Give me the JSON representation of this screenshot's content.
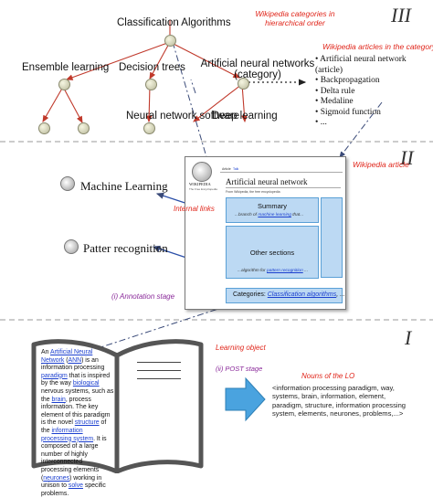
{
  "levels": {
    "top": "III",
    "middle": "II",
    "bottom": "I"
  },
  "level3": {
    "note_categories": "Wikipedia categories in hierarchical order",
    "root": "Classification Algorithms",
    "child_ensemble": "Ensemble learning",
    "child_trees": "Decision trees",
    "child_ann": "Artificial neural networks (category)",
    "child_software": "Neural network software",
    "child_deep": "Deep learning",
    "note_articles": "Wikipedia articles in the category",
    "articles": [
      "• Artificial neural network (article)",
      "• Backpropagation",
      "• Delta rule",
      "• Medaline",
      "• Sigmoid function",
      "• ..."
    ]
  },
  "level2": {
    "note_article": "Wikipedia article",
    "link_ml": "Machine Learning",
    "link_pr": "Patter recognition",
    "wiki_caption": "WIKIPEDIA",
    "wiki_sub": "The Free Encyclopedia",
    "tab1": "Article",
    "tab2": "Talk",
    "article_title": "Artificial neural network",
    "article_subtitle": "From Wikipedia, the free encyclopedia",
    "summary_label": "Summary",
    "summary_text_pre": "...branch of ",
    "summary_link": "machine learning",
    "summary_text_post": " that...",
    "other_label": "Other sections",
    "other_text_pre": "...algorithm for ",
    "other_link": "pattern recognition",
    "other_text_post": " ...",
    "categories_pre": "Categories: ",
    "categories_link": "Classification algorithms",
    "categories_post": ", ...",
    "internal_links": "Internal links",
    "annotation_stage": "(i) Annotation stage"
  },
  "level1": {
    "learning_object": "Learning object",
    "post_stage": "(ii) POST stage",
    "nouns_title": "Nouns of the LO",
    "nouns_text": "<information processing paradigm, way, systems, brain, information, element, paradigm, structure, information processing system, elements, neurones, problems,...>",
    "book_text": [
      {
        "t": "An "
      },
      {
        "t": "Artificial Neural Network",
        "l": true
      },
      {
        "t": " ("
      },
      {
        "t": "ANN",
        "l": true
      },
      {
        "t": ") is an information processing "
      },
      {
        "t": "paradigm",
        "l": true
      },
      {
        "t": " that is inspired by the way "
      },
      {
        "t": "biological",
        "l": true
      },
      {
        "t": " nervous systems, such as the "
      },
      {
        "t": "brain",
        "l": true
      },
      {
        "t": ", process information. The key element of this paradigm is the novel "
      },
      {
        "t": "structure",
        "l": true
      },
      {
        "t": " of the "
      },
      {
        "t": "information processing system",
        "l": true
      },
      {
        "t": ". It is composed of a large number of highly interconnected processing elements ("
      },
      {
        "t": "neurones",
        "l": true
      },
      {
        "t": ") working in unison to "
      },
      {
        "t": "solve",
        "l": true
      },
      {
        "t": " specific problems."
      }
    ]
  },
  "colors": {
    "arrow_red": "#c0392b",
    "note_red": "#e0261b",
    "stage_purple": "#8a2a9a",
    "dashed_blue": "#4a5d8a",
    "box_blue": "#bcd9f3",
    "arrow_blue": "#4aa3df"
  }
}
